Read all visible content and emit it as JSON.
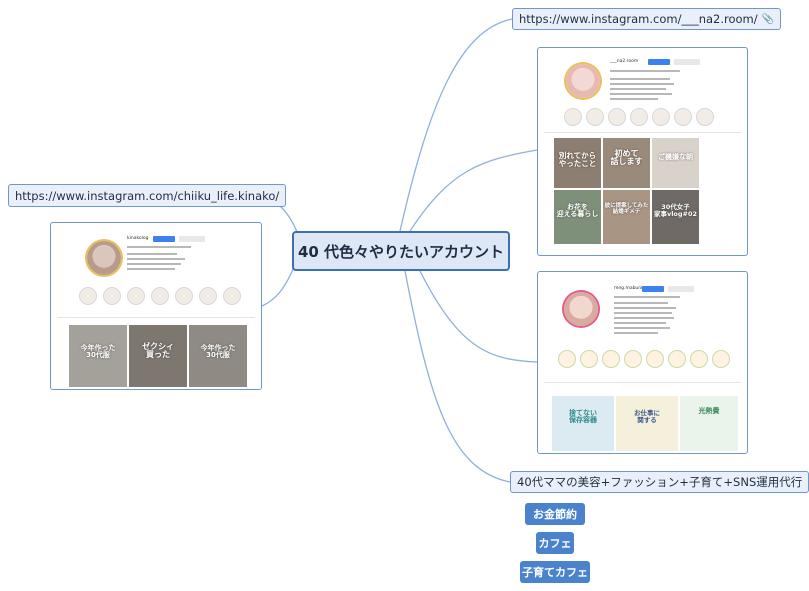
{
  "central": {
    "title": "40 代色々やりたいアカウント"
  },
  "nodes": {
    "url_right": "https://www.instagram.com/___na2.room/",
    "url_left": "https://www.instagram.com/chiiku_life.kinako/",
    "label_mama": "40代ママの美容+ファッション+子育て+SNS運用代行"
  },
  "tags": [
    "お金節約",
    "カフェ",
    "子育てカフェ"
  ],
  "colors": {
    "branch": "#8fb0dc",
    "accent": "#4a82cc",
    "border": "#6f96cf"
  },
  "cards": {
    "na2": {
      "handle": "___na2.room",
      "tiles": [
        {
          "text": "別れてから\nやったこと"
        },
        {
          "text": "初めて\n話します"
        },
        {
          "text": "ご機嫌な朝"
        },
        {
          "text": "お花を\n迎える暮らし"
        },
        {
          "text": "彼に提案してみた\n結婚ギメテ"
        },
        {
          "text": "30代女子\n家事vlog#02"
        }
      ]
    },
    "kinako": {
      "handle": "kinakolog",
      "tiles": [
        {
          "text": "今年作った\n30代服"
        },
        {
          "text": "ゼクシィ\n買った"
        },
        {
          "text": "今年作った\n30代服"
        }
      ]
    },
    "mama": {
      "handle": "meg.mabuni",
      "tiles": [
        {
          "text": "捨てない\n保存容器"
        },
        {
          "text": "お仕事に\n関する"
        },
        {
          "text": "光熱費"
        }
      ]
    }
  }
}
